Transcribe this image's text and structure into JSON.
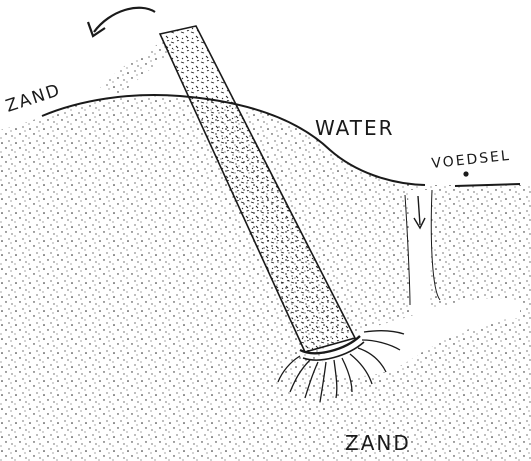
{
  "labels": {
    "sand_top": "ZAND",
    "water": "WATER",
    "food": "VOEDSEL",
    "sand_bottom": "ZAND"
  },
  "colors": {
    "ink": "#1a1a1a",
    "paper": "#ffffff"
  }
}
